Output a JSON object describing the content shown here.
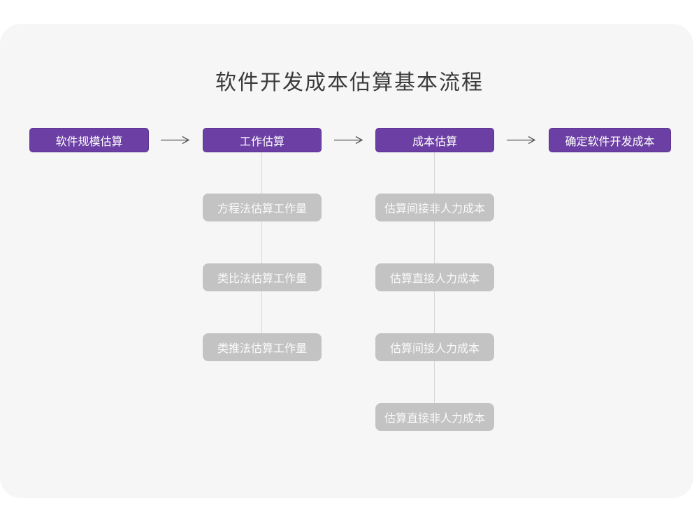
{
  "page": {
    "title": "软件开发成本估算基本流程"
  },
  "colors": {
    "card_background": "#f6f6f7",
    "accent_purple": "#6b3fa3",
    "accent_purple_border": "#5c3390",
    "sub_box_gray": "#c3c3c3",
    "connector_gray": "#d6d6d6",
    "arrow_gray": "#555555"
  },
  "flowchart": {
    "main_steps": [
      {
        "label": "软件规模估算"
      },
      {
        "label": "工作估算"
      },
      {
        "label": "成本估算"
      },
      {
        "label": "确定软件开发成本"
      }
    ],
    "work_estimation_methods": [
      {
        "label": "方程法估算工作量"
      },
      {
        "label": "类比法估算工作量"
      },
      {
        "label": "类推法估算工作量"
      }
    ],
    "cost_estimation_steps": [
      {
        "label": "估算间接非人力成本"
      },
      {
        "label": "估算直接人力成本"
      },
      {
        "label": "估算间接人力成本"
      },
      {
        "label": "估算直接非人力成本"
      }
    ]
  }
}
